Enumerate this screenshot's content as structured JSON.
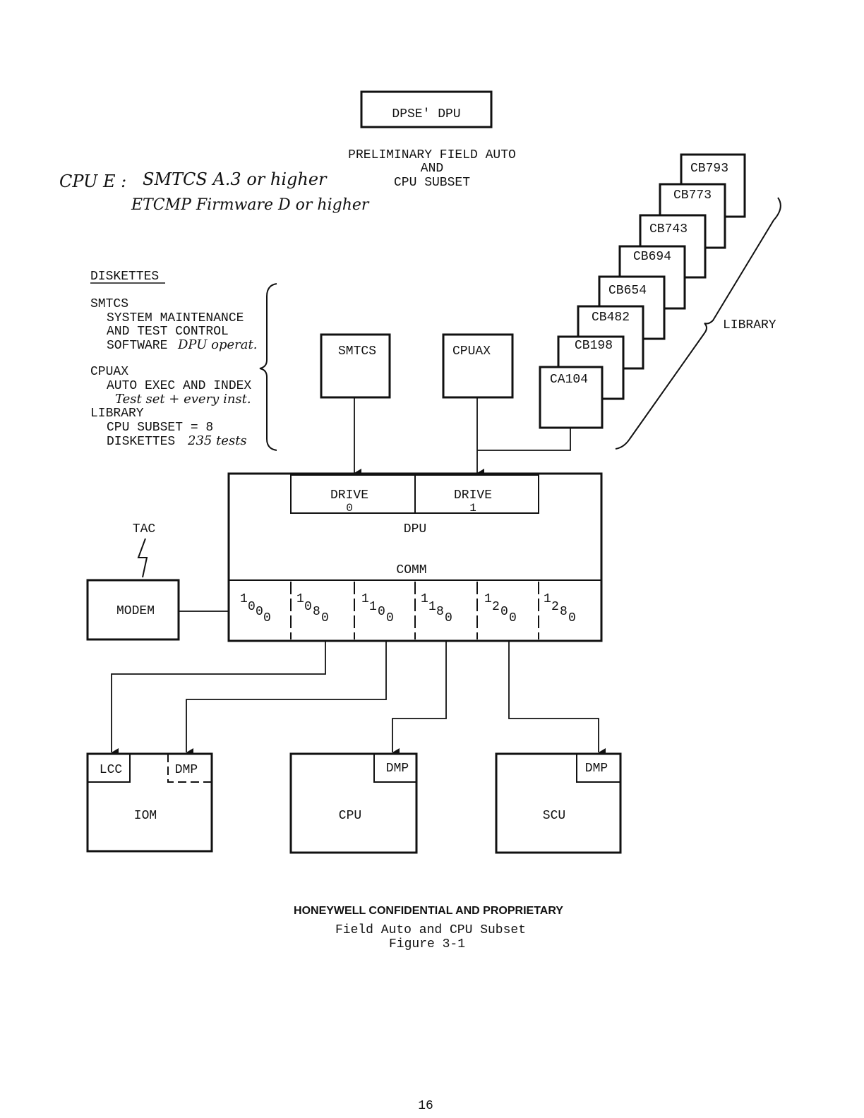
{
  "title_box": "DPSE' DPU",
  "heading": {
    "line1": "PRELIMINARY FIELD AUTO",
    "line2": "AND",
    "line3": "CPU SUBSET"
  },
  "handwritten": {
    "line1_a": "CPU E :",
    "line1_b": "SMTCS  A.3 or higher",
    "line2": "ETCMP Firmware D or higher",
    "software_note": "DPU operat.",
    "test_note": "Test set + every inst.",
    "tests_note": "235 tests"
  },
  "diskettes": {
    "header": "DISKETTES",
    "lines": [
      "SMTCS",
      "  SYSTEM MAINTENANCE",
      "  AND TEST CONTROL",
      "  SOFTWARE",
      "CPUAX",
      "  AUTO EXEC AND INDEX",
      "LIBRARY",
      "  CPU SUBSET = 8",
      "  DISKETTES"
    ]
  },
  "diskette_boxes": {
    "smtcs": "SMTCS",
    "cpuax": "CPUAX"
  },
  "library": {
    "label": "LIBRARY",
    "cards": [
      "CB793",
      "CB773",
      "CB743",
      "CB694",
      "CB654",
      "CB482",
      "CB198",
      "CA104"
    ]
  },
  "dpu": {
    "label": "DPU",
    "drive0": "DRIVE",
    "drive0_num": "0",
    "drive1": "DRIVE",
    "drive1_num": "1",
    "comm": "COMM",
    "ports": [
      {
        "a": "1",
        "b": "0",
        "c": "0",
        "d": "0"
      },
      {
        "a": "1",
        "b": "0",
        "c": "8",
        "d": "0"
      },
      {
        "a": "1",
        "b": "1",
        "c": "0",
        "d": "0"
      },
      {
        "a": "1",
        "b": "1",
        "c": "8",
        "d": "0"
      },
      {
        "a": "1",
        "b": "2",
        "c": "0",
        "d": "0"
      },
      {
        "a": "1",
        "b": "2",
        "c": "8",
        "d": "0"
      }
    ]
  },
  "tac": "TAC",
  "modem": "MODEM",
  "targets": {
    "iom": {
      "label": "IOM",
      "lcc": "LCC",
      "dmp": "DMP"
    },
    "cpu": {
      "label": "CPU",
      "dmp": "DMP"
    },
    "scu": {
      "label": "SCU",
      "dmp": "DMP"
    }
  },
  "footer": {
    "confidential": "HONEYWELL CONFIDENTIAL AND PROPRIETARY",
    "caption1": "Field Auto and CPU Subset",
    "caption2": "Figure 3-1",
    "page_number": "16"
  }
}
